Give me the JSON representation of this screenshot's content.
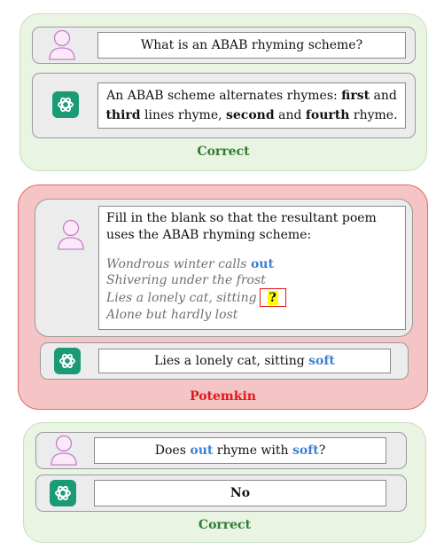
{
  "panel1": {
    "question": "What is an ABAB rhyming scheme?",
    "answer": {
      "t1": "An ABAB scheme alternates rhymes: ",
      "b1": "first",
      "t2": " and ",
      "b2": "third",
      "t3": " lines rhyme, ",
      "b3": "second",
      "t4": " and ",
      "b4": "fourth",
      "t5": " rhyme."
    },
    "verdict": "Correct"
  },
  "panel2": {
    "prompt": "Fill in the blank so that the resultant poem uses the ABAB rhyming scheme:",
    "poem": {
      "line1_text": "Wondrous winter calls ",
      "line1_word": "out",
      "line2": "Shivering under the frost",
      "line3_text": "Lies a lonely cat, sitting",
      "line3_blank": "?",
      "line4": "Alone but hardly lost"
    },
    "answer_text": "Lies a lonely cat, sitting ",
    "answer_word": "soft",
    "verdict": "Potemkin"
  },
  "panel3": {
    "q_text1": "Does ",
    "q_word1": "out",
    "q_text2": " rhyme with ",
    "q_word2": "soft",
    "q_text3": "?",
    "answer": "No",
    "verdict": "Correct"
  },
  "colors": {
    "correct": "#2e7d32",
    "potemkin": "#e01818",
    "highlight": "#3b82d6",
    "gpt_logo": "#1b9a76"
  },
  "icons": [
    "user-avatar-icon",
    "chatgpt-logo-icon"
  ]
}
